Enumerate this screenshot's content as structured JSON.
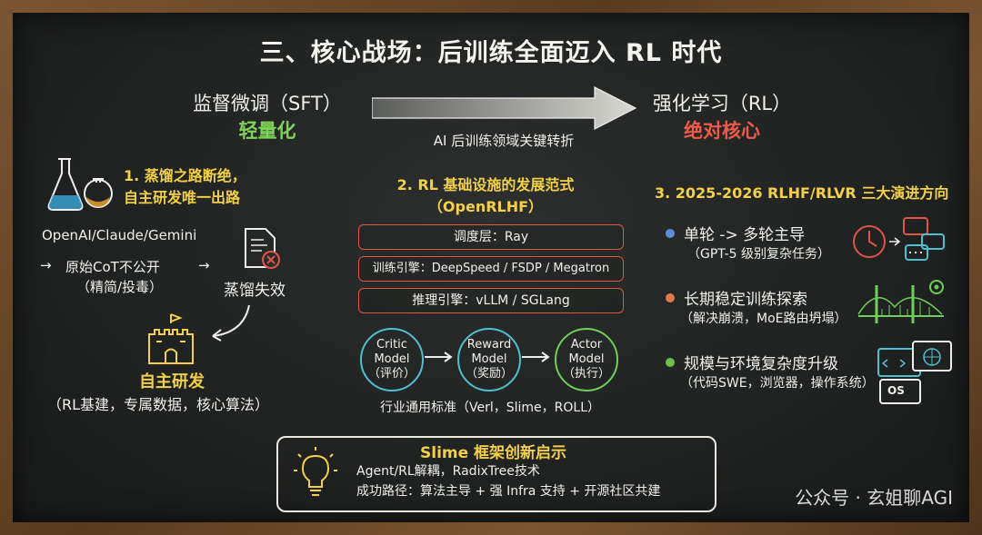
{
  "title": "三、核心战场：后训练全面迈入 RL 时代",
  "transition": {
    "left_label": "监督微调（SFT）",
    "left_sub": "轻量化",
    "right_label": "强化学习（RL）",
    "right_sub": "绝对核心",
    "arrow_caption": "AI 后训练领域关键转折"
  },
  "section1": {
    "heading_line1": "1. 蒸馏之路断绝，",
    "heading_line2": "自主研发唯一出路",
    "companies": "OpenAI/Claude/Gemini",
    "cot_line1": "原始CoT不公开",
    "cot_line2": "（精简/投毒）",
    "fail": "蒸馏失效",
    "result_title": "自主研发",
    "result_sub": "（RL基建，专属数据，核心算法）"
  },
  "section2": {
    "heading_line1": "2. RL 基础设施的发展范式",
    "heading_line2": "（OpenRLHF）",
    "layers": [
      "调度层：Ray",
      "训练引擎：DeepSpeed / FSDP / Megatron",
      "推理引擎：vLLM / SGLang"
    ],
    "models": [
      {
        "line1": "Critic",
        "line2": "Model",
        "line3": "（评价）"
      },
      {
        "line1": "Reward",
        "line2": "Model",
        "line3": "（奖励）"
      },
      {
        "line1": "Actor",
        "line2": "Model",
        "line3": "（执行）"
      }
    ],
    "standard": "行业通用标准（Verl，Slime，ROLL）"
  },
  "section3": {
    "heading": "3. 2025-2026 RLHF/RLVR 三大演进方向",
    "items": [
      {
        "title": "单轮 -> 多轮主导",
        "sub": "（GPT-5 级别复杂任务）",
        "color": "#5a8fd8"
      },
      {
        "title": "长期稳定训练探索",
        "sub": "（解决崩溃，MoE路由坍塌）",
        "color": "#e07a4a"
      },
      {
        "title": "规模与环境复杂度升级",
        "sub": "（代码SWE，浏览器，操作系统）",
        "color": "#6fbf4a"
      }
    ],
    "os_label": "OS"
  },
  "slime": {
    "title": "Slime 框架创新启示",
    "line1": "Agent/RL解耦，RadixTree技术",
    "line2": "成功路径：算法主导 + 强 Infra 支持 + 开源社区共建"
  },
  "watermark": "公众号 · 玄姐聊AGI"
}
